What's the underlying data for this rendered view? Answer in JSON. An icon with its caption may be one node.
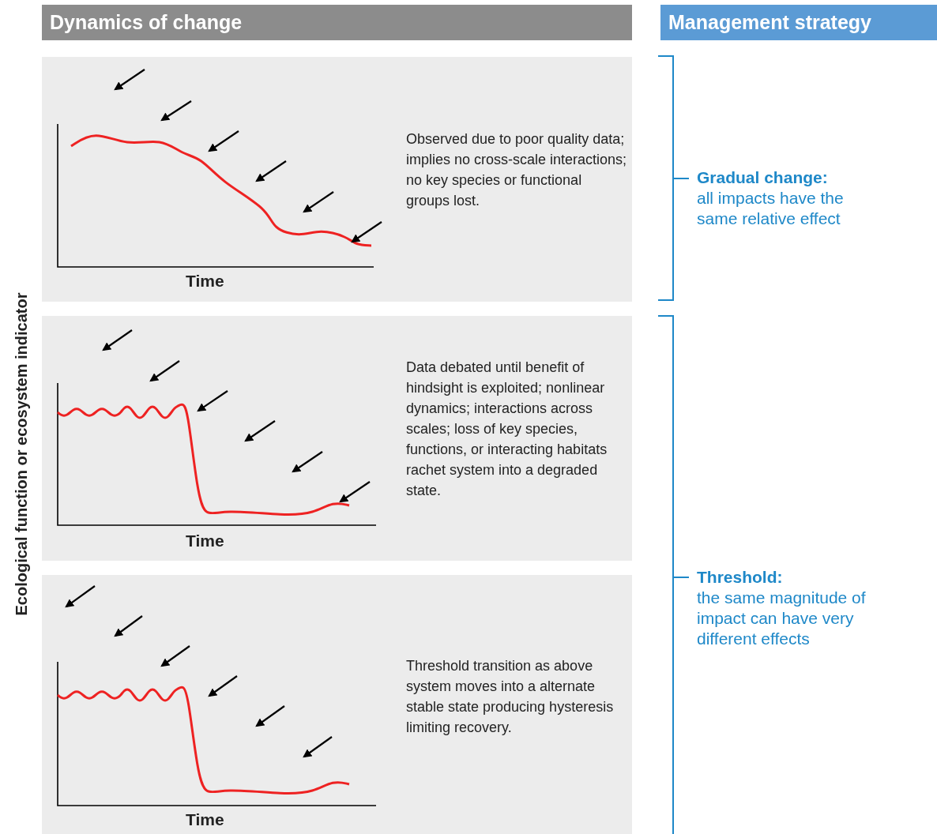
{
  "diagram": {
    "nodes": [
      {
        "text": [
          "Dynamics of change"
        ]
      },
      {
        "text": [
          "Management strategy"
        ]
      },
      {
        "text": [
          "Time",
          "Observed due to poor quality data; implies no cross-scale interactions; no key species or functional groups lost."
        ]
      },
      {
        "text": [
          "Time",
          "Data debated until benefit of hindsight is exploited; nonlinear dynamics; interactions across scales; loss of key species, functions, or interacting habitats rachet system into a degraded state."
        ]
      },
      {
        "text": [
          "Time",
          "Threshold transition as above system moves into a alternate stable state producing hysteresis limiting recovery."
        ]
      }
    ],
    "edges": [],
    "labels": [
      "Ecological function or ecosystem indicator",
      "Gradual change:",
      "all impacts have the same relative effect",
      "Threshold:",
      "the same magnitude of impact can have very different effects"
    ]
  }
}
